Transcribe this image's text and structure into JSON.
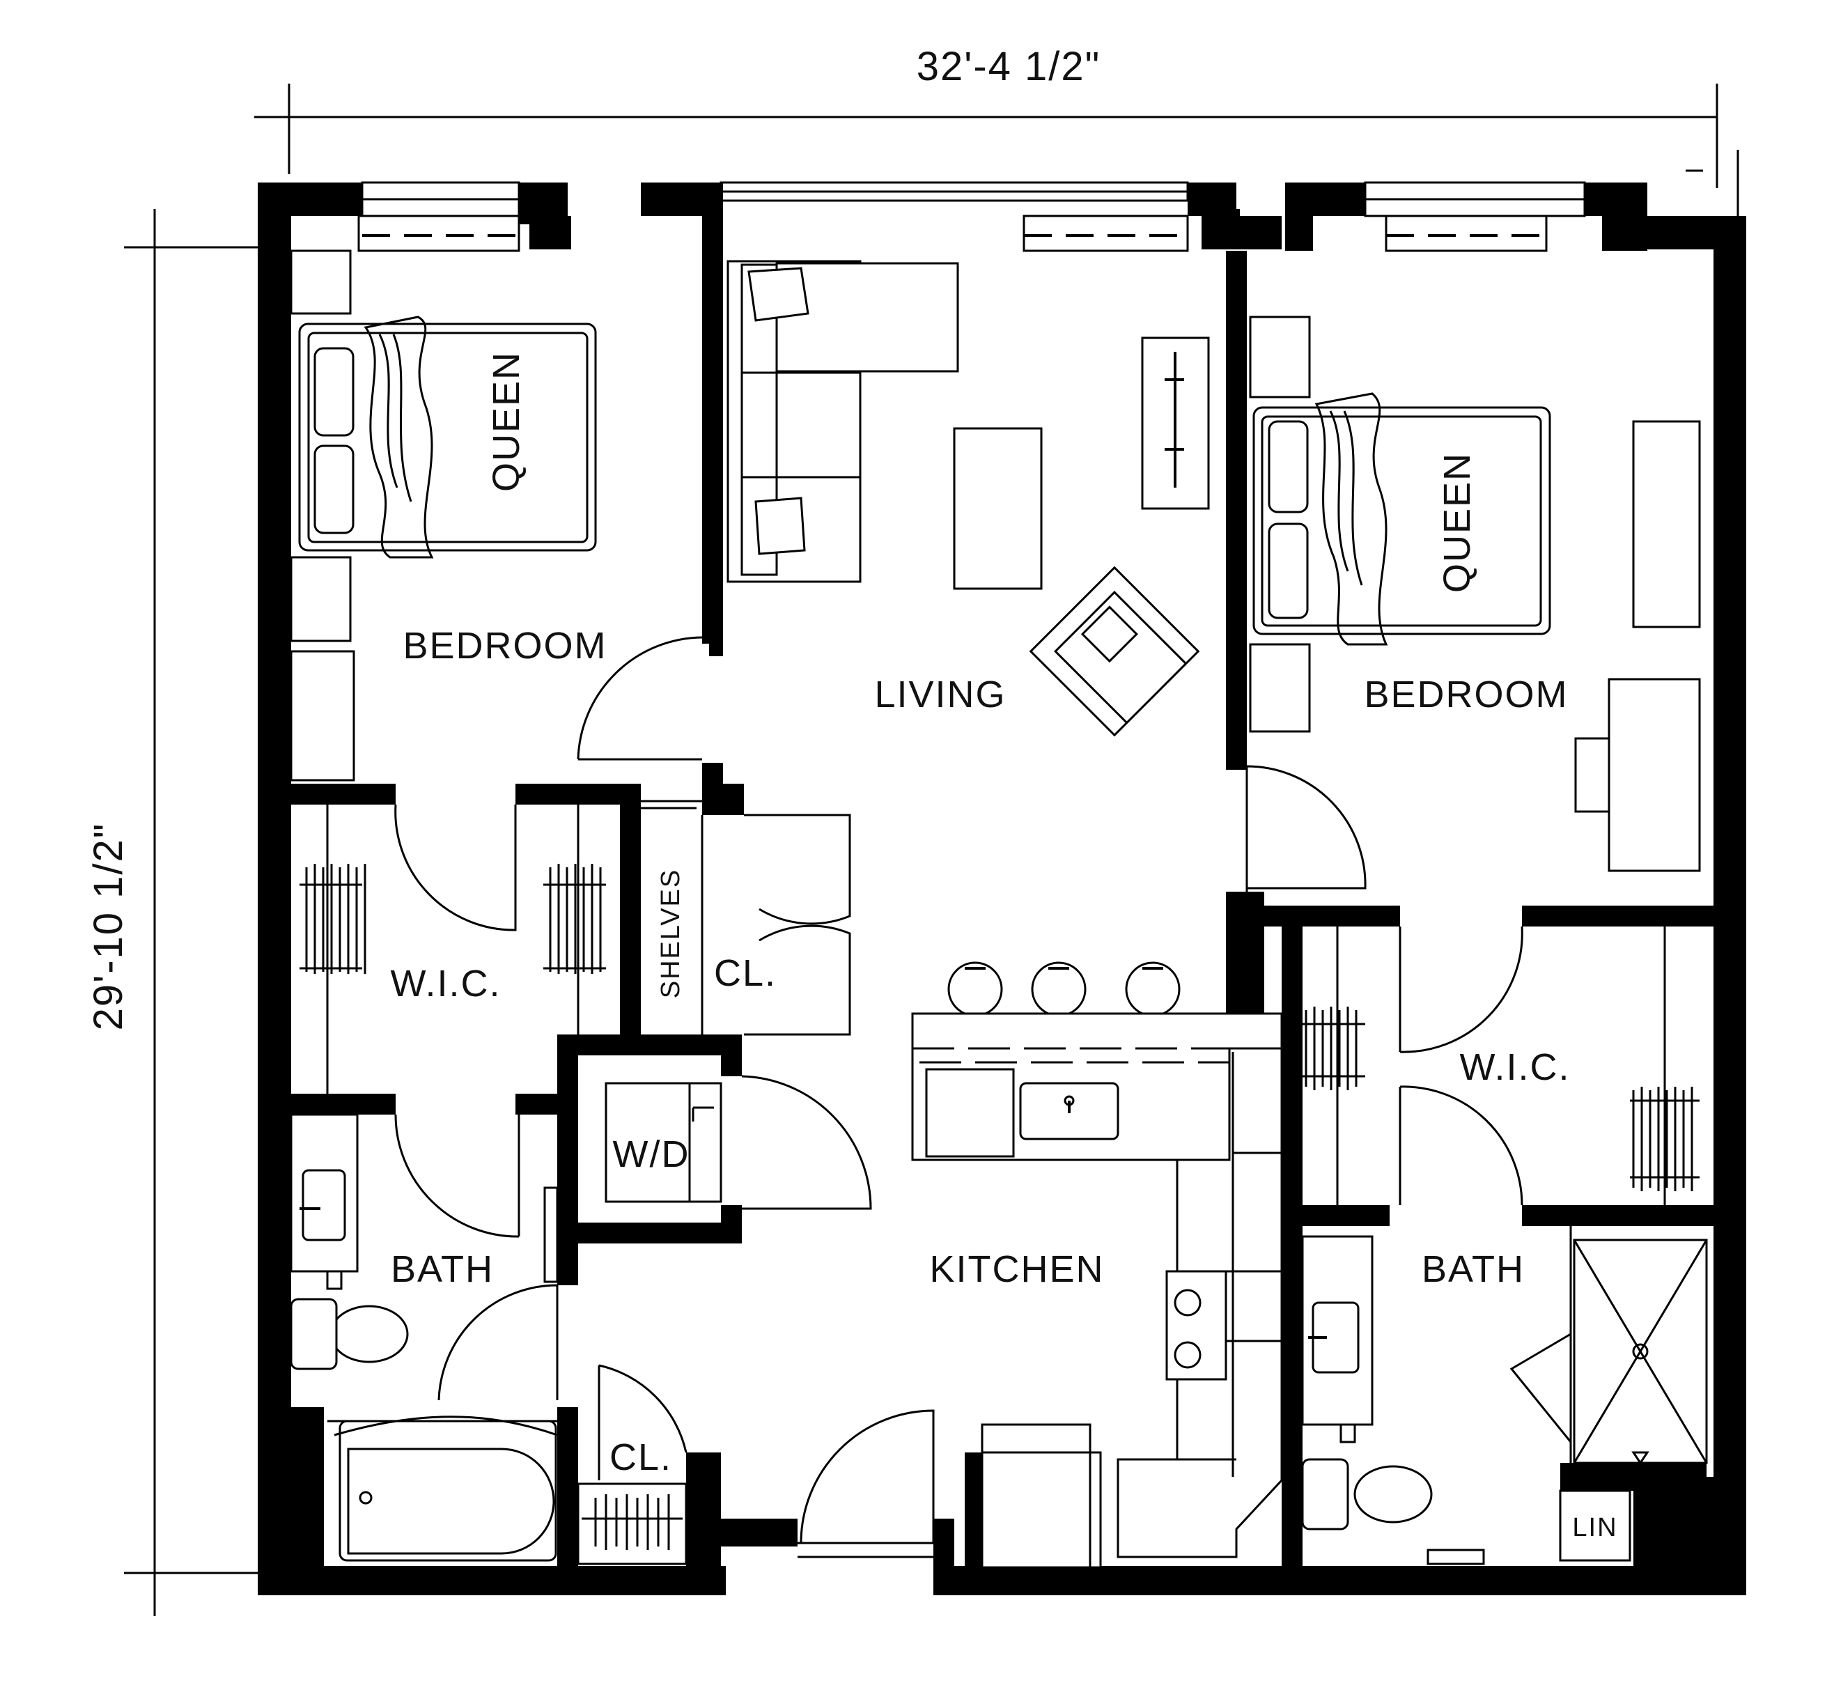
{
  "dimensions": {
    "width": "32'-4 1/2\"",
    "height": "29'-10 1/2\""
  },
  "rooms": {
    "bedroom_left": "BEDROOM",
    "bedroom_right": "BEDROOM",
    "living": "LIVING",
    "kitchen": "KITCHEN",
    "wic_left": "W.I.C.",
    "wic_right": "W.I.C.",
    "bath_left": "BATH",
    "bath_right": "BATH",
    "closet_top": "CL.",
    "closet_bottom": "CL.",
    "washer_dryer": "W/D",
    "shelves": "SHELVES",
    "linen": "LIN"
  },
  "beds": {
    "left": "QUEEN",
    "right": "QUEEN"
  }
}
